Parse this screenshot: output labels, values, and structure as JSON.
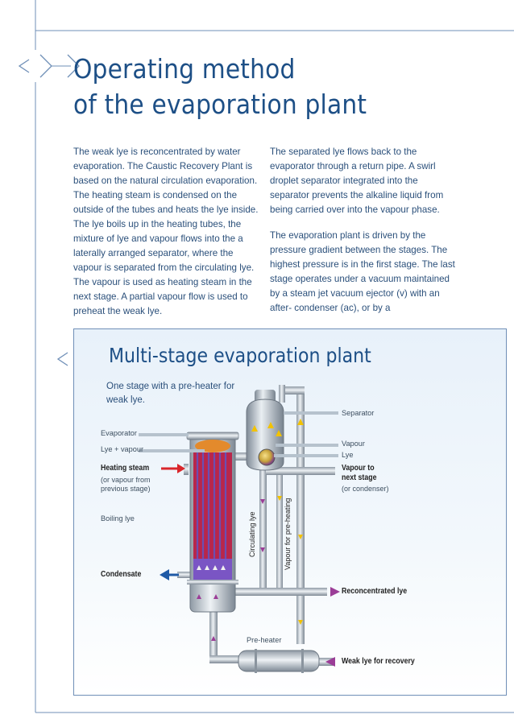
{
  "page": {
    "title_line1": "Operating method",
    "title_line2": "of the evaporation plant"
  },
  "text": {
    "left_paragraph": "The weak lye is reconcentrated by water evaporation. The Caustic Recovery Plant is based on the natural circulation evaporation. The heating steam is condensed on the outside of the tubes and heats the lye inside. The lye boils up in the heating tubes, the mixture of lye and vapour flows into the a laterally arranged separator, where the vapour is separated from the circulating lye. The vapour is used as heating steam in the next stage. A partial vapour flow is used to preheat the weak lye.",
    "right_paragraph_1": "The separated lye flows back to the evaporator through a return pipe. A swirl droplet separator integrated into the separator prevents the alkaline liquid from being carried over into the vapour phase.",
    "right_paragraph_2": "The evaporation plant is driven by the pressure gradient between the stages. The highest pressure is in the first stage. The last stage operates under a vacuum maintained by a steam jet vacuum ejector (v) with an after- condenser (ac), or by a"
  },
  "diagram": {
    "title": "Multi-stage evaporation plant",
    "subtitle": "One stage with a pre-heater for weak lye.",
    "labels": {
      "evaporator": "Evaporator",
      "lye_vapour": "Lye + vapour",
      "heating_steam": "Heating steam",
      "heating_steam_note_1": "(or vapour from",
      "heating_steam_note_2": "previous stage)",
      "boiling_lye": "Boiling lye",
      "condensate": "Condensate",
      "circulating_lye": "Circulating lye",
      "vapour_preheating": "Vapour for pre-heating",
      "separator": "Separator",
      "vapour": "Vapour",
      "lye": "Lye",
      "vapour_next_1": "Vapour to",
      "vapour_next_2": "next stage",
      "vapour_next_note": "(or condenser)",
      "reconcentrated_lye": "Reconcentrated lye",
      "pre_heater": "Pre-heater",
      "weak_lye": "Weak lye for recovery"
    }
  },
  "colors": {
    "brand_blue": "#1d4f86",
    "steam_red": "#d9262b",
    "lye_purple": "#9b3d97",
    "vapour_yellow": "#f2c200",
    "condensate_blue": "#1f5aa6"
  }
}
